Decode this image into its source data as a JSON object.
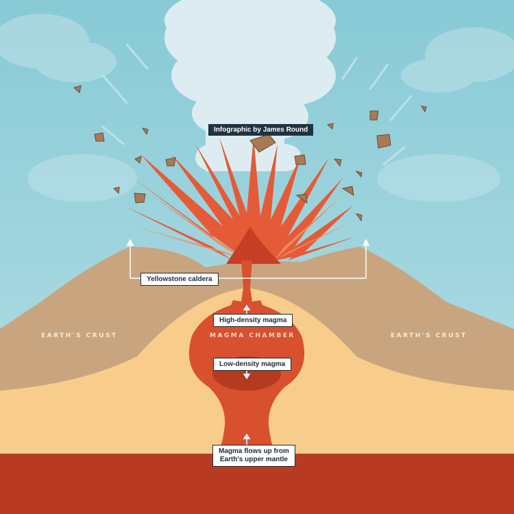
{
  "labels": {
    "credit": "Infographic by James Round",
    "caldera": "Yellowstone caldera",
    "crust_left": "EARTH'S CRUST",
    "crust_right": "EARTH'S CRUST",
    "chamber": "MAGMA CHAMBER",
    "high_density": "High-density magma",
    "low_density": "Low-density magma",
    "mantle_flow_line1": "Magma flows up from",
    "mantle_flow_line2": "Earth's upper mantle"
  },
  "colors": {
    "sky": "#9ed3dd",
    "cloud": "#dcecf1",
    "crust_outer": "#c9a57f",
    "crust_inner": "#f8cd8c",
    "mantle": "#b83a22",
    "magma": "#d9502f",
    "magma_light": "#ee8a5f",
    "debris": "#a87a55"
  }
}
